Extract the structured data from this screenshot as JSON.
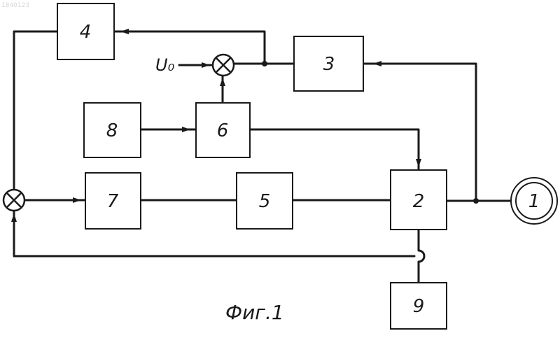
{
  "doc_number": "1840123",
  "caption": "Фиг.1",
  "input_signal": "U₀",
  "blocks": [
    {
      "id": "1",
      "label": "1"
    },
    {
      "id": "2",
      "label": "2"
    },
    {
      "id": "3",
      "label": "3"
    },
    {
      "id": "4",
      "label": "4"
    },
    {
      "id": "5",
      "label": "5"
    },
    {
      "id": "6",
      "label": "6"
    },
    {
      "id": "7",
      "label": "7"
    },
    {
      "id": "8",
      "label": "8"
    },
    {
      "id": "9",
      "label": "9"
    }
  ],
  "connections": [
    {
      "from": "U₀",
      "to": "summator-top"
    },
    {
      "from": "summator-top",
      "to": "3"
    },
    {
      "from": "6",
      "to": "summator-top"
    },
    {
      "from": "8",
      "to": "6"
    },
    {
      "from": "6",
      "to": "2"
    },
    {
      "from": "2",
      "to": "1"
    },
    {
      "from": "2",
      "to": "3"
    },
    {
      "from": "3",
      "to": "4"
    },
    {
      "from": "4",
      "to": "summator-left"
    },
    {
      "from": "summator-left",
      "to": "7"
    },
    {
      "from": "7",
      "to": "5"
    },
    {
      "from": "5",
      "to": "2"
    },
    {
      "from": "9",
      "to": "summator-left"
    }
  ]
}
